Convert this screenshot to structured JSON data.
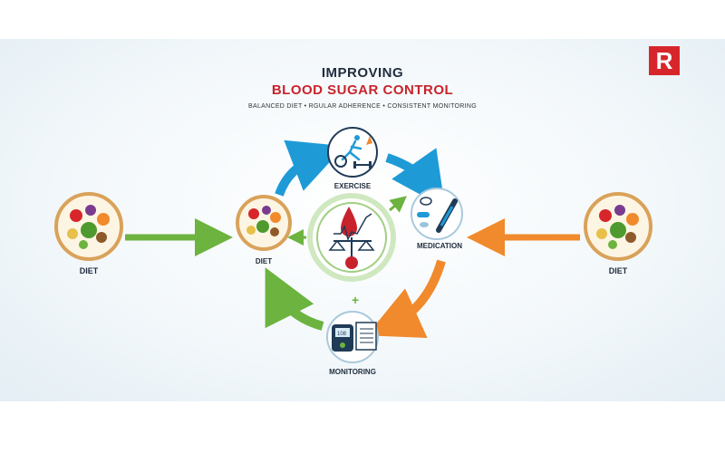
{
  "header": {
    "title_line1": "IMPROVING",
    "title_line2": "BLOOD SUGAR CONTROL",
    "subtitle": "BALANCED DIET • RGULAR  ADHERENCE • CONSISTENT  MONITORING"
  },
  "logo": {
    "letter": "R"
  },
  "nodes": {
    "diet_left": "DIET",
    "diet_center": "DIET",
    "exercise": "EXERCISE",
    "medication": "MEDICATION",
    "monitoring": "MONITORING",
    "diet_right": "DIET"
  },
  "monitor_reading": "108",
  "colors": {
    "green": "#6cb33f",
    "blue": "#1e9bd7",
    "orange": "#f08a2c",
    "red": "#c8232c",
    "navy": "#1f3b57"
  },
  "icons": [
    "food-plate-icon",
    "exercise-icon",
    "medication-icon",
    "glucose-monitor-icon",
    "blood-drop-icon",
    "scale-icon"
  ]
}
